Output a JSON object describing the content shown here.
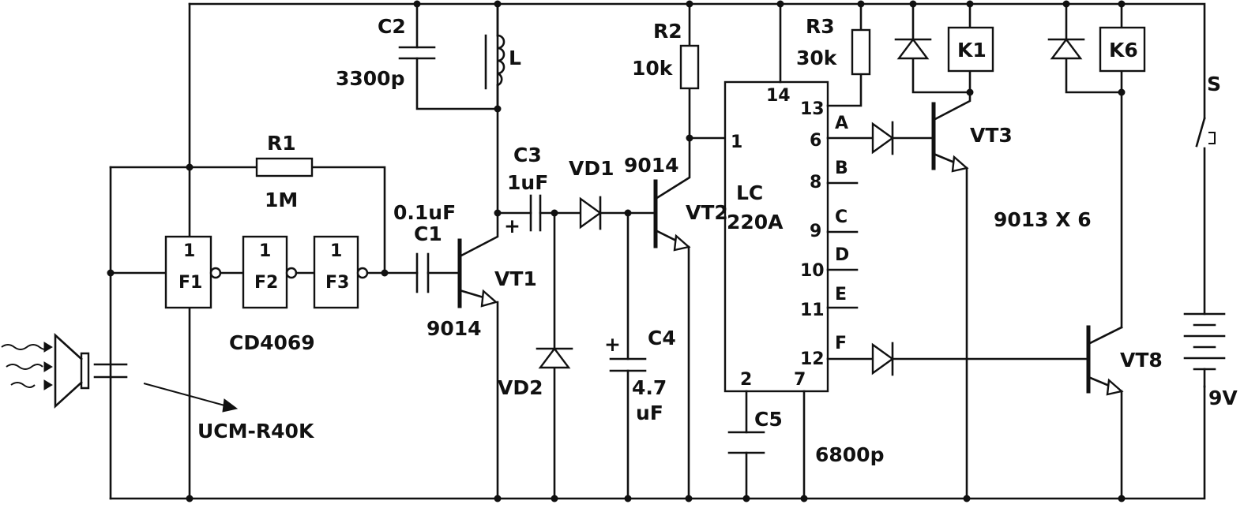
{
  "labels": {
    "c2": "C2",
    "c2_value": "3300p",
    "l": "L",
    "r2": "R2",
    "r2_value": "10k",
    "r3": "R3",
    "r3_value": "30k",
    "k1": "K1",
    "k6": "K6",
    "s": "S",
    "r1": "R1",
    "r1_value": "1M",
    "c3": "C3",
    "c3_value": "1uF",
    "vd1": "VD1",
    "vt2_part": "9014",
    "vt2": "VT2",
    "lc": "LC",
    "lc_part": "220A",
    "vt3": "VT3",
    "transistor_note": "9013 X 6",
    "c1_value": "0.1uF",
    "c1": "C1",
    "f1": "F1",
    "f2": "F2",
    "f3": "F3",
    "gate_sym": "1",
    "vt1": "VT1",
    "vt1_part": "9014",
    "cd4069": "CD4069",
    "vd2": "VD2",
    "c4": "C4",
    "c4_value": "4.7",
    "c4_unit": "uF",
    "vt8": "VT8",
    "battery": "9V",
    "c5": "C5",
    "c5_value": "6800p",
    "sensor": "UCM-R40K",
    "plus": "+"
  },
  "ic_pins": {
    "p14": "14",
    "p13": "13",
    "p1": "1",
    "p6": "6",
    "p8": "8",
    "p9": "9",
    "p10": "10",
    "p11": "11",
    "p12": "12",
    "p2": "2",
    "p7": "7"
  },
  "ic_outputs": {
    "a": "A",
    "b": "B",
    "c": "C",
    "d": "D",
    "e": "E",
    "f": "F"
  }
}
